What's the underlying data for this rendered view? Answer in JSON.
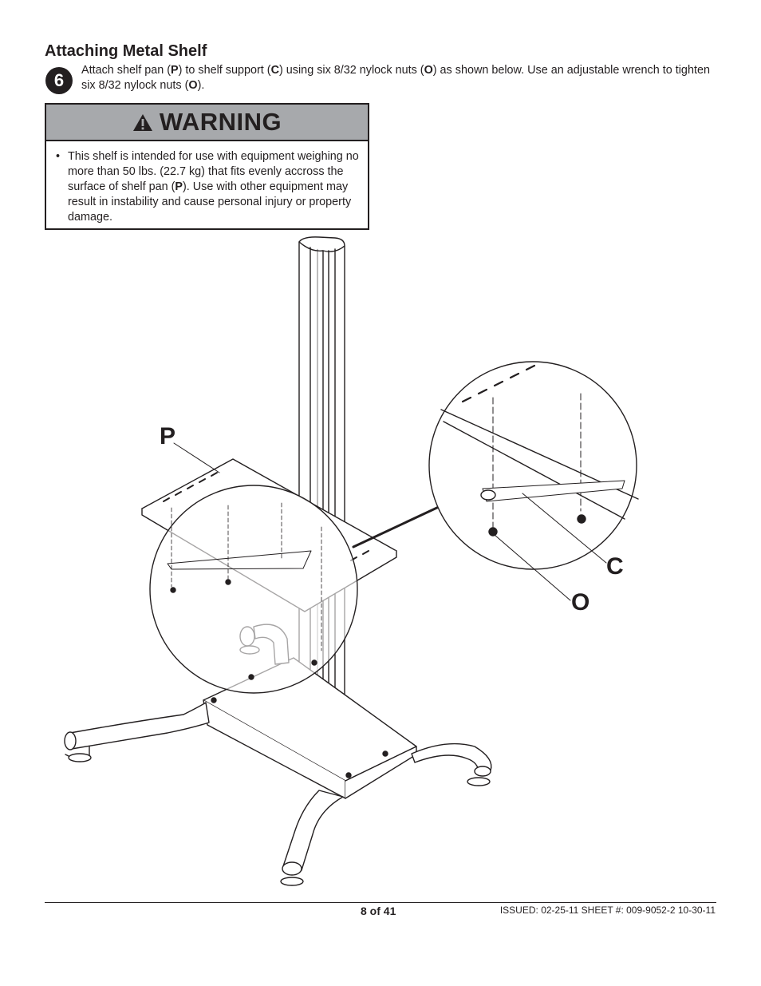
{
  "section": {
    "title": "Attaching Metal Shelf"
  },
  "step": {
    "number": "6",
    "text": [
      "Attach shelf pan (",
      "P",
      ") to shelf support (",
      "C",
      ") using six 8/32 nylock nuts (",
      "O",
      ") as shown below. Use an adjustable wrench to tighten six 8/32 nylock nuts (",
      "O",
      ")."
    ]
  },
  "warning": {
    "title": "WARNING",
    "icon": "warning-triangle-icon",
    "bullet": "•",
    "body": [
      "This shelf is intended for use with equipment weighing no more than 50 lbs. (22.7 kg) that fits evenly accross the surface of shelf pan (",
      "P",
      "). Use with other equipment may result in instability and cause personal injury or property damage."
    ]
  },
  "callouts": {
    "p": "P",
    "c": "C",
    "o": "O"
  },
  "footer": {
    "page": "8 of 41",
    "issued": "ISSUED: 02-25-11   SHEET #: 009-9052-2  10-30-11"
  }
}
